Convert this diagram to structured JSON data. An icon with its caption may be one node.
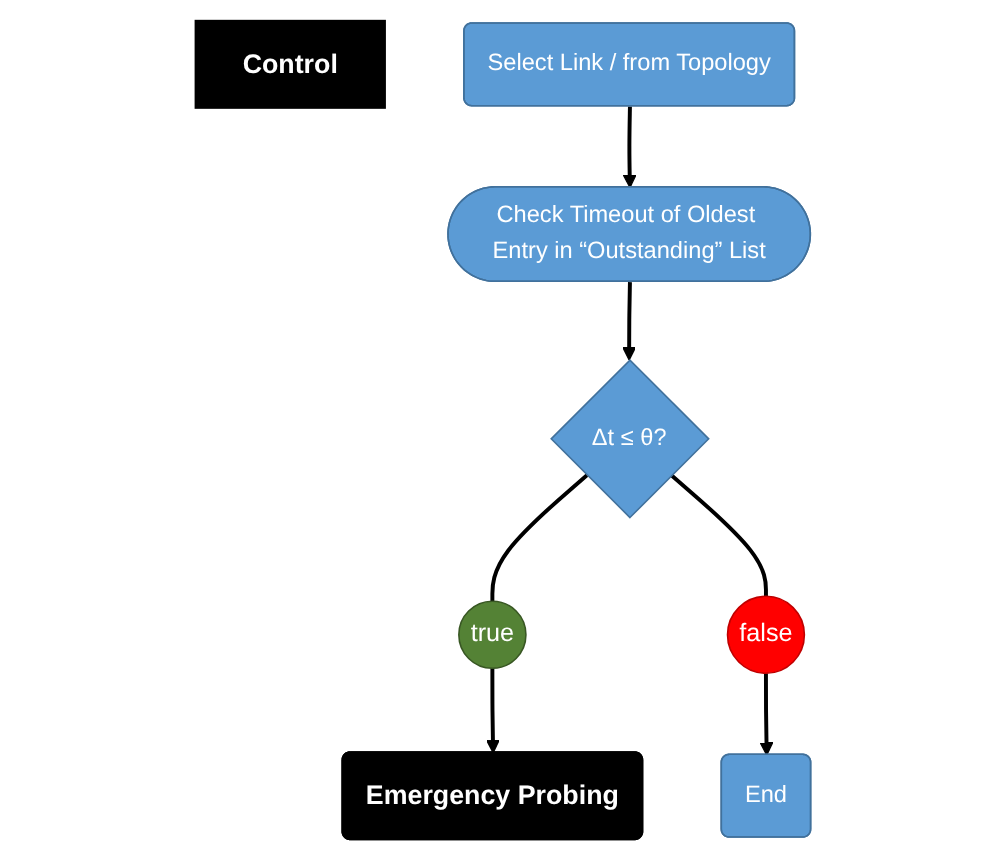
{
  "diagram": {
    "nodes": [
      {
        "text": [
          "Control"
        ]
      },
      {
        "text": [
          "Select Link / from Topology"
        ]
      },
      {
        "text": [
          "Check Timeout of Oldest Entry in “Outstanding” List"
        ]
      },
      {
        "text": [
          "Δt ≤ θ?"
        ]
      },
      {
        "text": [
          "true"
        ]
      },
      {
        "text": [
          "Emergency Probing"
        ]
      },
      {
        "text": [
          "false"
        ]
      },
      {
        "text": [
          "End"
        ]
      }
    ],
    "edges": [
      {
        "from": 1,
        "to": 2,
        "arrow": "to"
      },
      {
        "from": 2,
        "to": 3,
        "arrow": "to"
      },
      {
        "from": 3,
        "to": 4,
        "arrow": "none"
      },
      {
        "from": 4,
        "to": 5,
        "arrow": "to"
      },
      {
        "from": 3,
        "to": 6,
        "arrow": "none"
      },
      {
        "from": 6,
        "to": 7,
        "arrow": "to"
      }
    ]
  }
}
